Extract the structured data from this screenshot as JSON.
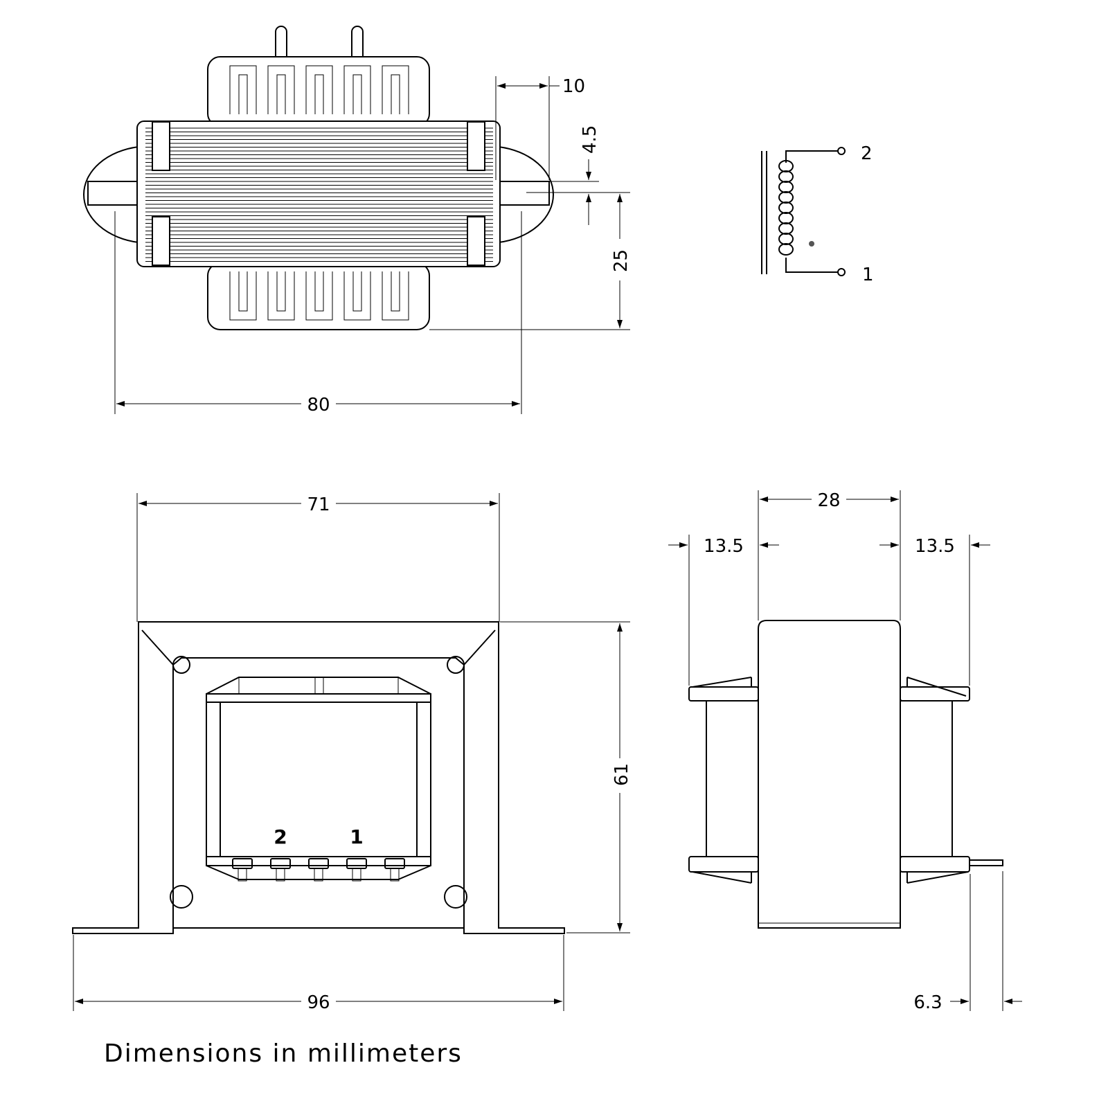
{
  "top_view": {
    "dim_slot_width": "10",
    "dim_slot_height": "4.5",
    "dim_mount_offset": "25",
    "dim_mount_spacing": "80"
  },
  "schematic": {
    "terminal_top": "2",
    "terminal_bottom": "1"
  },
  "front_view": {
    "dim_core_width": "71",
    "dim_height": "61",
    "dim_base_width": "96",
    "terminal_labels": [
      "2",
      "1"
    ]
  },
  "side_view": {
    "dim_core_depth": "28",
    "dim_left_flange": "13.5",
    "dim_right_flange": "13.5",
    "dim_pin_length": "6.3"
  },
  "caption": "Dimensions in millimeters"
}
